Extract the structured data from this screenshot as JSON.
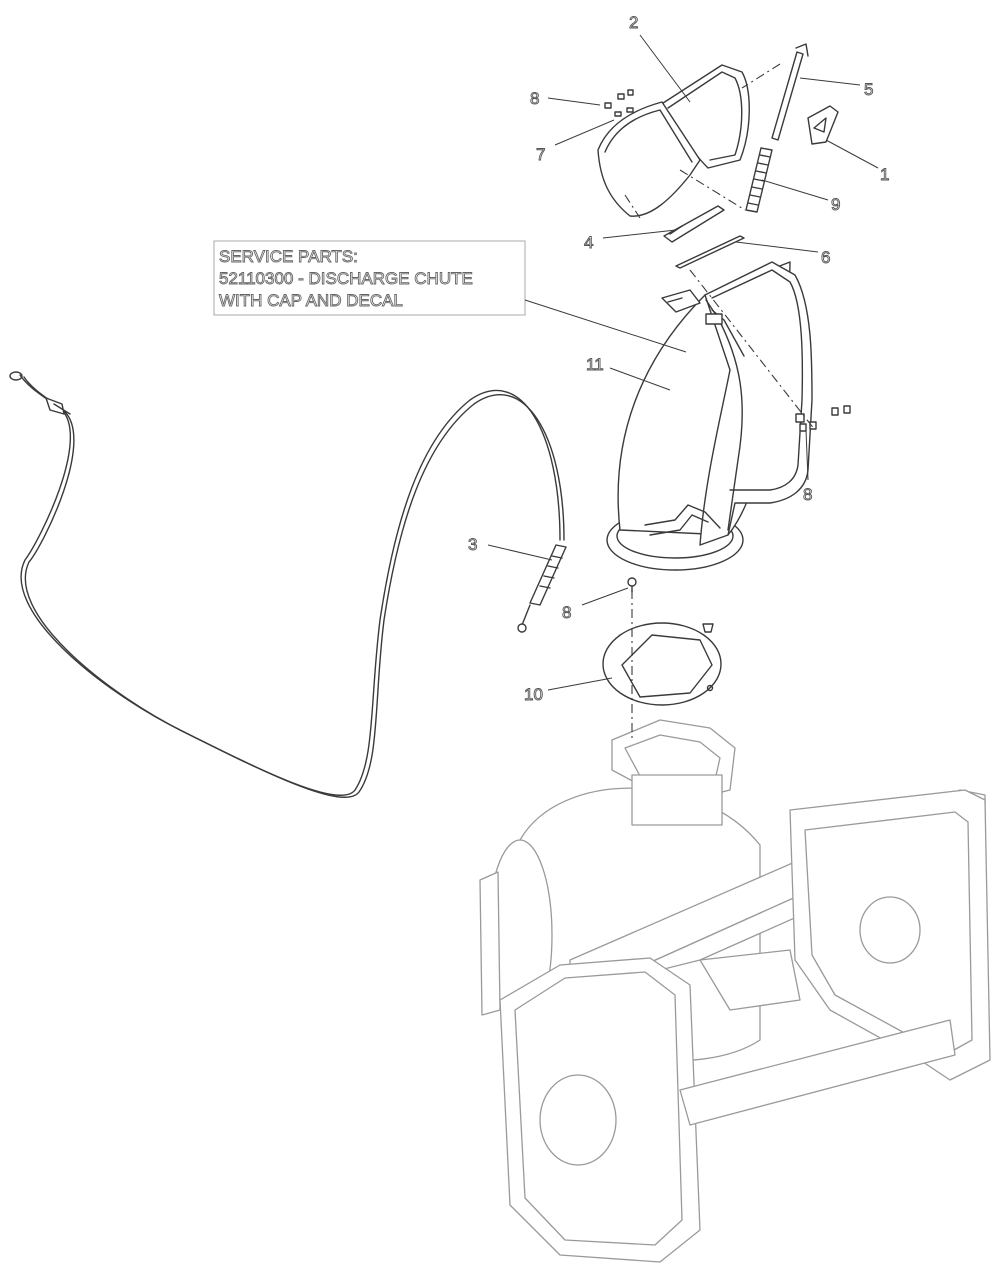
{
  "note": {
    "lines": [
      "SERVICE PARTS:",
      "52110300 - DISCHARGE CHUTE",
      "WITH CAP AND DECAL"
    ]
  },
  "callouts": [
    {
      "id": "c1",
      "label": "1"
    },
    {
      "id": "c2",
      "label": "2"
    },
    {
      "id": "c3",
      "label": "3"
    },
    {
      "id": "c4",
      "label": "4"
    },
    {
      "id": "c5",
      "label": "5"
    },
    {
      "id": "c6",
      "label": "6"
    },
    {
      "id": "c7",
      "label": "7"
    },
    {
      "id": "c8a",
      "label": "8"
    },
    {
      "id": "c8b",
      "label": "8"
    },
    {
      "id": "c8c",
      "label": "8"
    },
    {
      "id": "c9",
      "label": "9"
    },
    {
      "id": "c10",
      "label": "10"
    },
    {
      "id": "c11",
      "label": "11"
    }
  ]
}
